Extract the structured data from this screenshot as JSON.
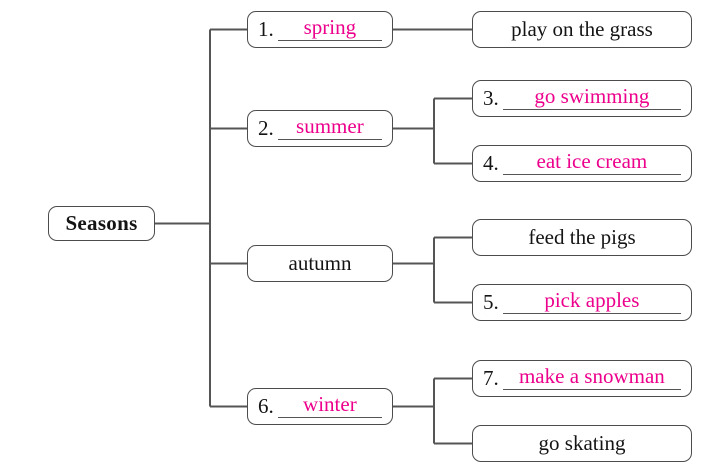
{
  "diagram": {
    "type": "tree-mind-map",
    "title": "Seasons",
    "accent_color": "#ec008c",
    "line_color": "#555555",
    "box_border_color": "#4c4c4c",
    "background_color": "#ffffff",
    "root": {
      "label": "Seasons"
    },
    "seasons": [
      {
        "number": "1.",
        "answer": "spring",
        "filled": true,
        "activities": [
          {
            "number": "",
            "answer": "play on the grass",
            "filled": false
          }
        ]
      },
      {
        "number": "2.",
        "answer": "summer",
        "filled": true,
        "activities": [
          {
            "number": "3.",
            "answer": "go swimming",
            "filled": true
          },
          {
            "number": "4.",
            "answer": "eat ice cream",
            "filled": true
          }
        ]
      },
      {
        "number": "",
        "answer": "autumn",
        "filled": false,
        "activities": [
          {
            "number": "",
            "answer": "feed the pigs",
            "filled": false
          },
          {
            "number": "5.",
            "answer": "pick apples",
            "filled": true
          }
        ]
      },
      {
        "number": "6.",
        "answer": "winter",
        "filled": true,
        "activities": [
          {
            "number": "7.",
            "answer": "make a snowman",
            "filled": true
          },
          {
            "number": "",
            "answer": "go skating",
            "filled": false
          }
        ]
      }
    ]
  }
}
